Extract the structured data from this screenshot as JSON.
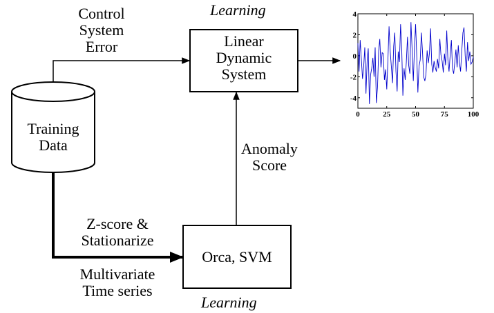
{
  "labels": {
    "control_line1": "Control",
    "control_line2": "System",
    "control_line3": "Error",
    "learning_top": "Learning",
    "lds_line1": "Linear",
    "lds_line2": "Dynamic",
    "lds_line3": "System",
    "training_line1": "Training",
    "training_line2": "Data",
    "anomaly_line1": "Anomaly",
    "anomaly_line2": "Score",
    "zscore_line1": "Z-score &",
    "zscore_line2": "Stationarize",
    "orca_svm": "Orca, SVM",
    "multi_line1": "Multivariate",
    "multi_line2": "Time series",
    "learning_bottom": "Learning"
  },
  "chart_data": {
    "type": "line",
    "xlim": [
      0,
      100
    ],
    "ylim": [
      -5,
      4
    ],
    "xticks": [
      0,
      25,
      50,
      75,
      100
    ],
    "yticks": [
      4,
      2,
      0,
      -2,
      -4
    ],
    "grid": false,
    "line_color": "#0000cc",
    "x": [
      0,
      1,
      2,
      3,
      4,
      5,
      6,
      7,
      8,
      9,
      10,
      11,
      12,
      13,
      14,
      15,
      16,
      17,
      18,
      19,
      20,
      21,
      22,
      23,
      24,
      25,
      26,
      27,
      28,
      29,
      30,
      31,
      32,
      33,
      34,
      35,
      36,
      37,
      38,
      39,
      40,
      41,
      42,
      43,
      44,
      45,
      46,
      47,
      48,
      49,
      50,
      51,
      52,
      53,
      54,
      55,
      56,
      57,
      58,
      59,
      60,
      61,
      62,
      63,
      64,
      65,
      66,
      67,
      68,
      69,
      70,
      71,
      72,
      73,
      74,
      75,
      76,
      77,
      78,
      79,
      80,
      81,
      82,
      83,
      84,
      85,
      86,
      87,
      88,
      89,
      90,
      91,
      92,
      93,
      94,
      95,
      96,
      97,
      98,
      99,
      100
    ],
    "y": [
      1.2,
      -1.5,
      1.5,
      -0.3,
      -2.2,
      -1.0,
      0.8,
      -3.6,
      -0.5,
      0.7,
      -4.6,
      -1.8,
      -1.2,
      -0.2,
      -2.0,
      0.8,
      -4.5,
      -3.0,
      0.5,
      1.6,
      -1.1,
      0.3,
      0.2,
      -2.3,
      -1.3,
      -3.2,
      -0.5,
      2.8,
      0.4,
      -1.0,
      -2.6,
      0.9,
      2.2,
      -1.5,
      -3.4,
      0.4,
      -0.6,
      3.0,
      0.5,
      -3.8,
      -1.2,
      -2.3,
      -0.6,
      1.8,
      -0.9,
      -1.7,
      3.2,
      0.6,
      -2.4,
      0.6,
      3.0,
      0.0,
      -3.5,
      -1.0,
      -0.4,
      2.2,
      0.4,
      -2.0,
      -2.4,
      -1.8,
      0.5,
      -0.7,
      0.2,
      2.6,
      -0.8,
      -1.6,
      -0.5,
      -1.1,
      -1.5,
      -0.3,
      -1.2,
      1.6,
      0.1,
      -0.5,
      -1.6,
      0.2,
      -0.9,
      2.4,
      -0.4,
      -1.5,
      0.1,
      1.5,
      -1.2,
      -1.7,
      -0.6,
      0.6,
      -1.1,
      1.0,
      -0.7,
      -1.5,
      0.4,
      2.2,
      2.7,
      0.0,
      -1.5,
      1.3,
      -0.5,
      0.4,
      -0.8,
      -0.6,
      -0.1
    ]
  }
}
